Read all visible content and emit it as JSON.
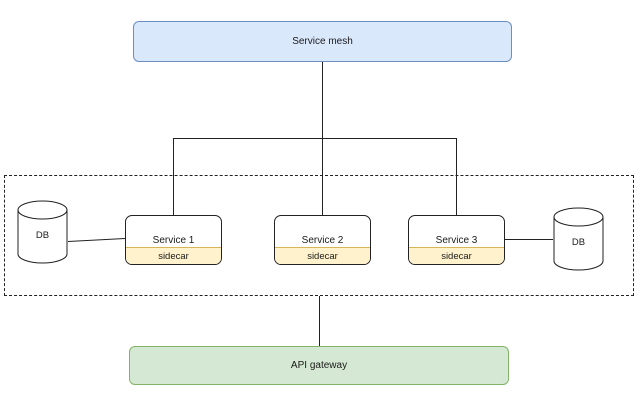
{
  "mesh": {
    "label": "Service mesh"
  },
  "gateway": {
    "label": "API gateway"
  },
  "services": [
    {
      "name": "Service 1",
      "sidecar": "sidecar"
    },
    {
      "name": "Service 2",
      "sidecar": "sidecar"
    },
    {
      "name": "Service 3",
      "sidecar": "sidecar"
    }
  ],
  "databases": [
    {
      "label": "DB"
    },
    {
      "label": "DB"
    }
  ],
  "colors": {
    "mesh_fill": "#dae8fc",
    "mesh_stroke": "#6c8ebf",
    "gateway_fill": "#d5e8d4",
    "gateway_stroke": "#82b366",
    "sidecar_fill": "#fff2cc",
    "sidecar_stroke": "#d6b656"
  }
}
